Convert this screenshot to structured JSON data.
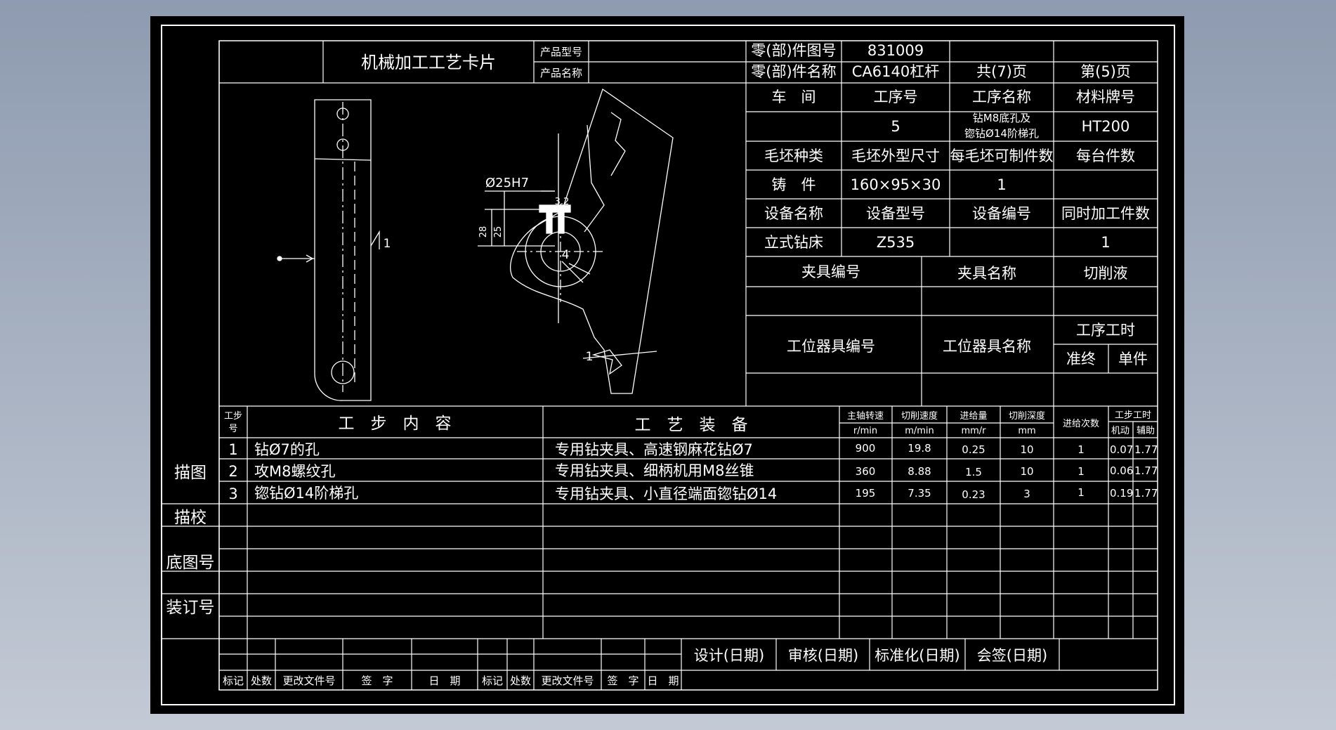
{
  "card": {
    "title": "机械加工工艺卡片",
    "product_model_label": "产品型号",
    "product_name_label": "产品名称",
    "part_no_label": "零(部)件图号",
    "part_no": "831009",
    "part_name_label": "零(部)件名称",
    "part_name": "CA6140杠杆",
    "total_pages": "共(7)页",
    "page": "第(5)页"
  },
  "info": {
    "workshop_label": "车　间",
    "op_no_label": "工序号",
    "op_name_label": "工序名称",
    "material_label": "材料牌号",
    "op_no": "5",
    "op_name_line1": "钻M8底孔及",
    "op_name_line2": "锪钻Ø14阶梯孔",
    "material": "HT200",
    "blank_type_label": "毛坯种类",
    "blank_size_label": "毛坯外型尺寸",
    "per_blank_label": "每毛坯可制件数",
    "per_unit_label": "每台件数",
    "blank_type": "铸　件",
    "blank_size": "160×95×30",
    "per_blank": "1",
    "equip_name_label": "设备名称",
    "equip_model_label": "设备型号",
    "equip_no_label": "设备编号",
    "simul_label": "同时加工件数",
    "equip_name": "立式钻床",
    "equip_model": "Z535",
    "simul": "1",
    "fixture_no_label": "夹具编号",
    "fixture_name_label": "夹具名称",
    "coolant_label": "切削液",
    "station_no_label": "工位器具编号",
    "station_name_label": "工位器具名称",
    "op_time_label": "工序工时",
    "prep_label": "准终",
    "unit_label": "单件"
  },
  "drawing": {
    "dim_bore": "Ø25H7",
    "dim_28": "28",
    "dim_25": "25",
    "label_4": "4",
    "label_1a": "1",
    "label_1b": "1",
    "roughness": "3.2"
  },
  "steps_header": {
    "step_no_1": "工步",
    "step_no_2": "号",
    "content": "工　步　内　容",
    "equipment": "工　艺　装　备",
    "spindle_1": "主轴转速",
    "spindle_2": "r/min",
    "cut_speed_1": "切削速度",
    "cut_speed_2": "m/min",
    "feed_1": "进给量",
    "feed_2": "mm/r",
    "depth_1": "切削深度",
    "depth_2": "mm",
    "passes": "进给次数",
    "time_1": "工步工时",
    "time_machine": "机动",
    "time_aux": "辅助"
  },
  "steps": [
    {
      "no": "1",
      "content": "钻Ø7的孔",
      "equipment": "专用钻夹具、高速钢麻花钻Ø7",
      "spindle": "900",
      "speed": "19.8",
      "feed": "0.25",
      "depth": "10",
      "passes": "1",
      "machine": "0.07",
      "aux": "1.77"
    },
    {
      "no": "2",
      "content": "攻M8螺纹孔",
      "equipment": "专用钻夹具、细柄机用M8丝锥",
      "spindle": "360",
      "speed": "8.88",
      "feed": "1.5",
      "depth": "10",
      "passes": "1",
      "machine": "0.06",
      "aux": "1.77"
    },
    {
      "no": "3",
      "content": "锪钻Ø14阶梯孔",
      "equipment": "专用钻夹具、小直径端面锪钻Ø14",
      "spindle": "195",
      "speed": "7.35",
      "feed": "0.23",
      "depth": "3",
      "passes": "1",
      "machine": "0.19",
      "aux": "1.77"
    }
  ],
  "side": {
    "trace": "描图",
    "check": "描校",
    "base_no": "底图号",
    "binding_no": "装订号"
  },
  "footer": {
    "design": "设计(日期)",
    "review": "审核(日期)",
    "standard": "标准化(日期)",
    "countersign": "会签(日期)",
    "mark": "标记",
    "count": "处数",
    "change_doc": "更改文件号",
    "sign": "签　字",
    "date": "日　期"
  }
}
